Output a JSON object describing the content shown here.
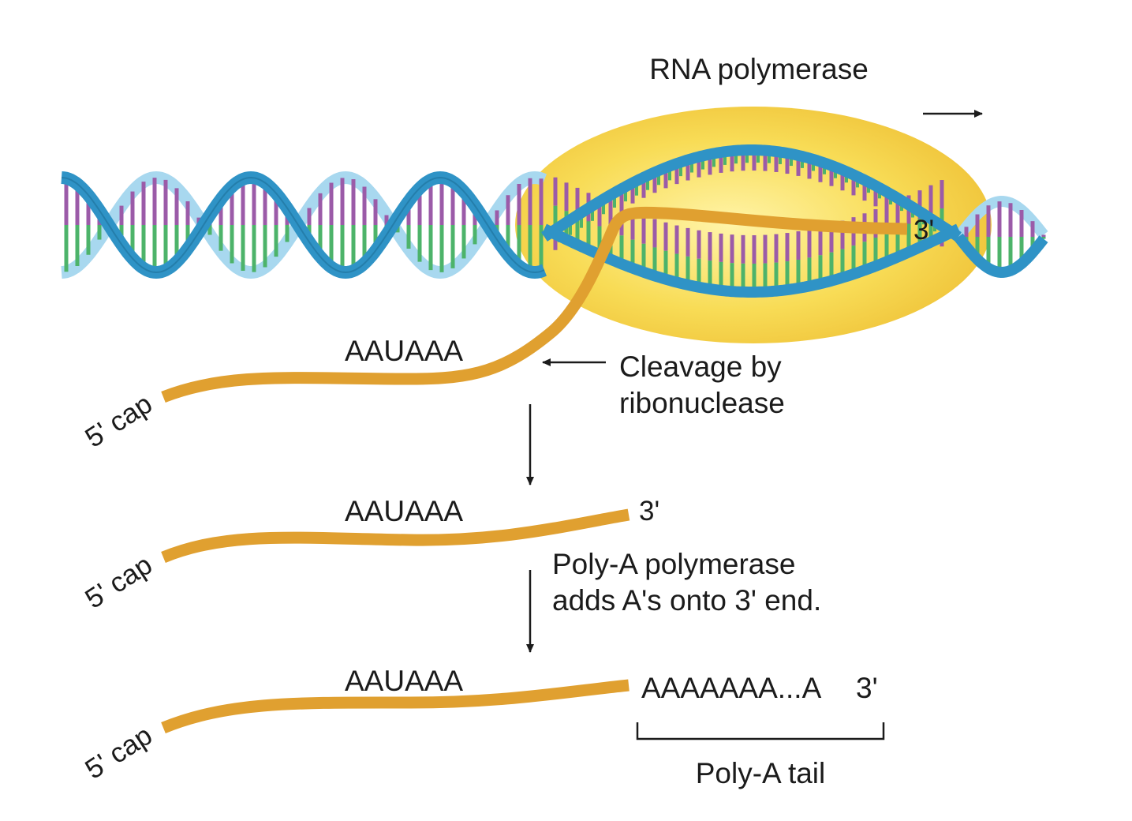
{
  "labels": {
    "rna_polymerase": "RNA polymerase",
    "three_prime_top": "3'",
    "aauaaa_1": "AAUAAA",
    "cap_1": "5' cap",
    "cleavage_line1": "Cleavage by",
    "cleavage_line2": "ribonuclease",
    "aauaaa_2": "AAUAAA",
    "three_prime_2": "3'",
    "cap_2": "5' cap",
    "polya_line1": "Poly-A polymerase",
    "polya_line2": "adds A's onto 3' end.",
    "aauaaa_3": "AAUAAA",
    "tail_seq": "AAAAAAA...A",
    "three_prime_3": "3'",
    "cap_3": "5' cap",
    "polya_tail": "Poly-A tail"
  },
  "colors": {
    "polymerase": "#f6d44a",
    "dna_strand": "#2f93c6",
    "dna_strand_light": "#a8d8ef",
    "base_purple": "#9b5ba8",
    "base_green": "#4db36a",
    "mrna": "#e0a030",
    "arrow": "#1b1b1b"
  }
}
